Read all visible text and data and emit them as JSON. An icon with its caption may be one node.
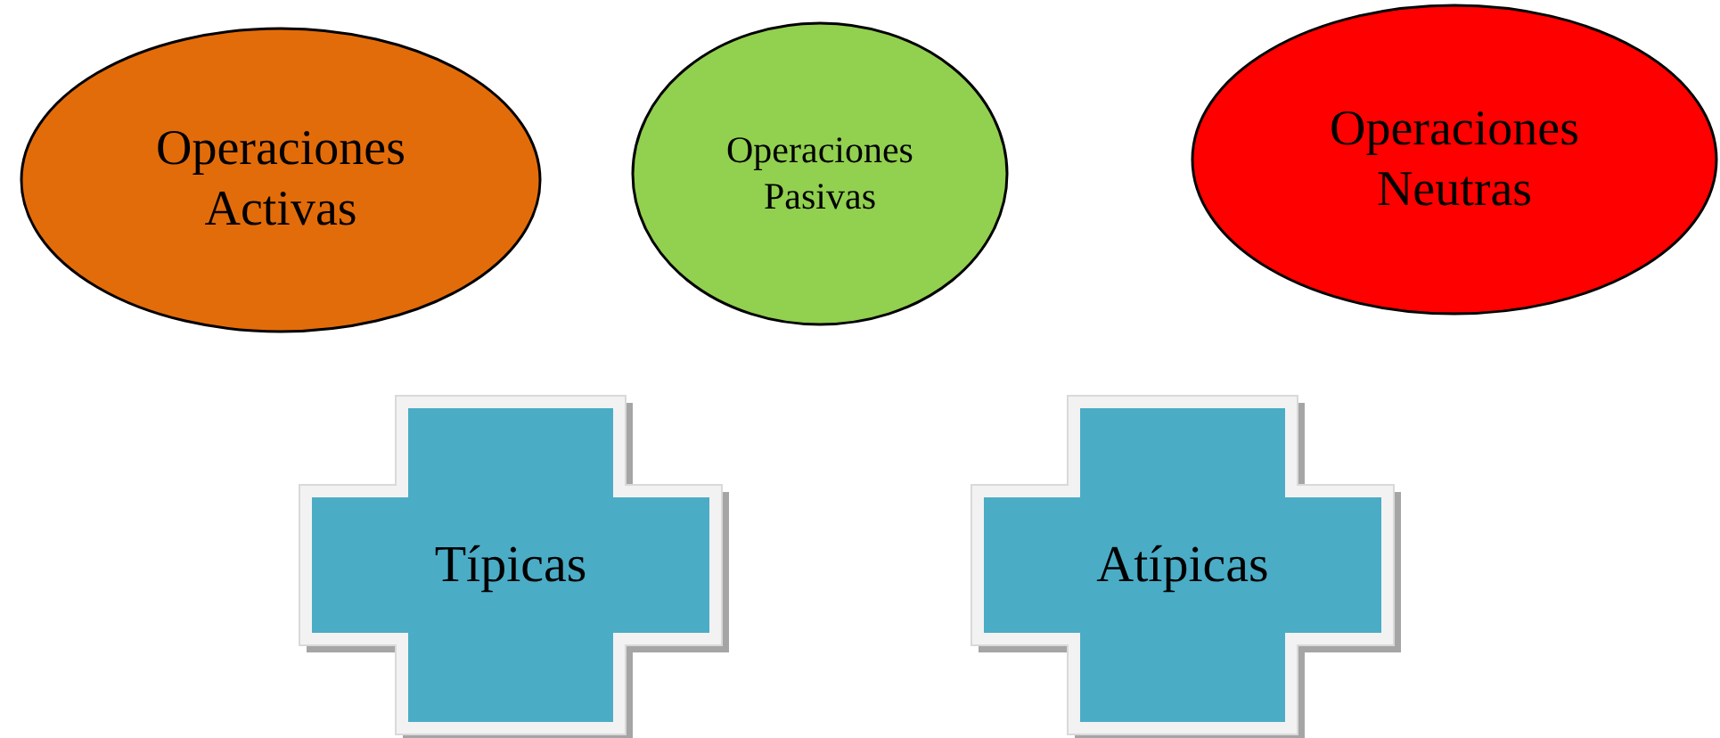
{
  "diagram": {
    "nodes": [
      {
        "text": [
          "Operaciones Activas"
        ]
      },
      {
        "text": [
          "Operaciones Pasivas"
        ]
      },
      {
        "text": [
          "Operaciones Neutras"
        ]
      },
      {
        "text": [
          "Típicas"
        ]
      },
      {
        "text": [
          "Atípicas"
        ]
      }
    ]
  }
}
